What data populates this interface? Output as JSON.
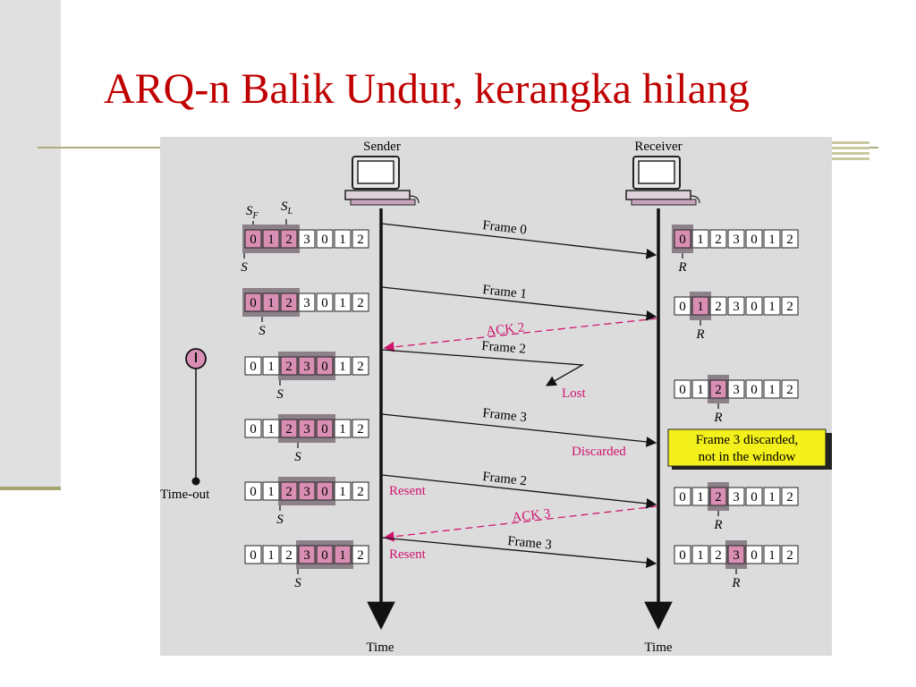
{
  "slide": {
    "title": "ARQ-n Balik Undur, kerangka hilang"
  },
  "diagram": {
    "sender_label": "Sender",
    "receiver_label": "Receiver",
    "time_label_sender": "Time",
    "time_label_receiver": "Time",
    "timer_label": "Time-out",
    "window_cells": [
      "0",
      "1",
      "2",
      "3",
      "0",
      "1",
      "2"
    ],
    "sf_label": "S",
    "sf_sub": "F",
    "sl_label": "S",
    "sl_sub": "L",
    "sender_pointer": "S",
    "receiver_pointer": "R",
    "sender_windows": [
      {
        "win_start": 0,
        "win_end": 2,
        "highlight": [
          0,
          1,
          2
        ],
        "pointer": 0
      },
      {
        "win_start": 0,
        "win_end": 2,
        "highlight": [
          0,
          1,
          2
        ],
        "pointer": 1
      },
      {
        "win_start": 2,
        "win_end": 4,
        "highlight": [
          2,
          3,
          4
        ],
        "pointer": 2
      },
      {
        "win_start": 2,
        "win_end": 4,
        "highlight": [
          2,
          3,
          4
        ],
        "pointer": 3
      },
      {
        "win_start": 2,
        "win_end": 4,
        "highlight": [
          2,
          3,
          4
        ],
        "pointer": 2
      },
      {
        "win_start": 3,
        "win_end": 5,
        "highlight": [
          3,
          4,
          5
        ],
        "pointer": 3
      }
    ],
    "receiver_windows": [
      {
        "highlight": 0,
        "pointer": 0
      },
      {
        "highlight": 1,
        "pointer": 1
      },
      {
        "highlight": 2,
        "pointer": 2
      },
      {
        "highlight": 2,
        "pointer": 2
      },
      {
        "highlight": 3,
        "pointer": 3
      }
    ],
    "messages": [
      {
        "label": "Frame 0",
        "kind": "frame"
      },
      {
        "label": "Frame 1",
        "kind": "frame"
      },
      {
        "label": "ACK 2",
        "kind": "ack"
      },
      {
        "label": "Frame 2",
        "kind": "lost"
      },
      {
        "label": "Frame 3",
        "kind": "frame"
      },
      {
        "label": "Frame 2",
        "kind": "frame"
      },
      {
        "label": "ACK 3",
        "kind": "ack"
      },
      {
        "label": "Frame 3",
        "kind": "frame"
      }
    ],
    "lost_label": "Lost",
    "discarded_label": "Discarded",
    "resent_labels": [
      "Resent",
      "Resent"
    ],
    "note_lines": [
      "Frame 3 discarded,",
      "not in the window"
    ],
    "colors": {
      "highlight": "#d98fb3",
      "window": "#8c8089",
      "accent": "#d0146e",
      "note_bg": "#f3f01b",
      "panel": "#dcdcdd"
    }
  }
}
